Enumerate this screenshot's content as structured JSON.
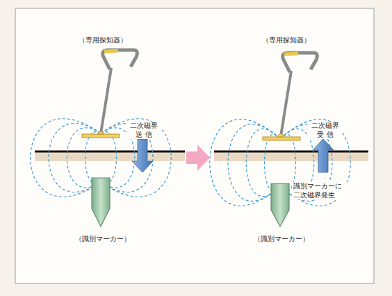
{
  "diagram": {
    "labels": [
      "（専用探知器）",
      "二次磁界 送 信",
      "（識別マーカー）",
      "（専用探知器）",
      "二次磁界 受 信",
      "識別マーカーに 二次磁界発生",
      "（識別マーカー）"
    ]
  }
}
